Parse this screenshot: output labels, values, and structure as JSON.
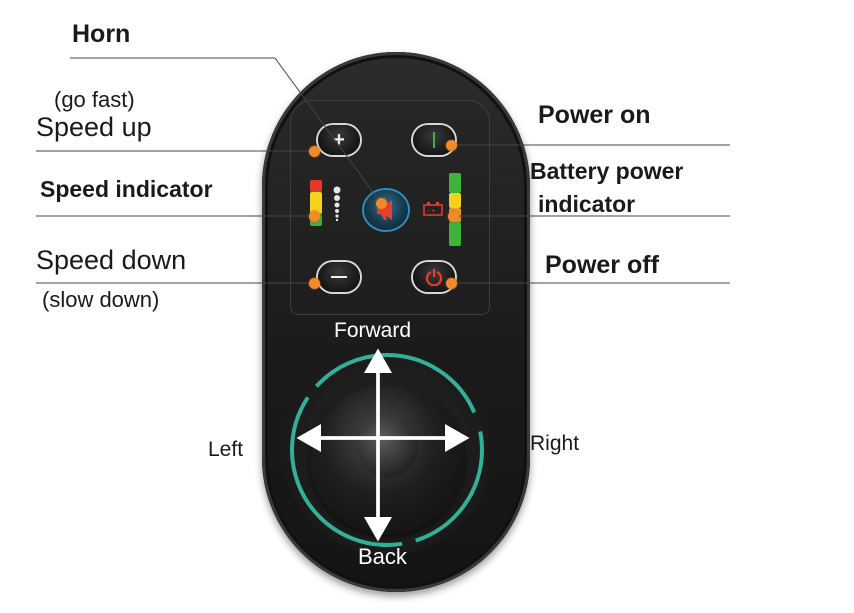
{
  "labels": {
    "horn": "Horn",
    "go_fast": "(go fast)",
    "speed_up": "Speed up",
    "speed_indicator": "Speed indicator",
    "speed_down": "Speed down",
    "slow_down": "(slow down)",
    "power_on": "Power on",
    "battery_line1": "Battery power",
    "battery_line2": "indicator",
    "power_off": "Power off"
  },
  "joystick": {
    "forward": "Forward",
    "back": "Back",
    "left": "Left",
    "right": "Right"
  },
  "colors": {
    "callout_dot": "#f08a2c",
    "led_red": "#e23a2a",
    "led_yellow": "#f5d31c",
    "led_green": "#3fb23a",
    "ring_teal": "#35b8a0",
    "horn_blue": "#2b8fbf",
    "horn_red": "#e8402e"
  },
  "icons": {
    "speed_up_button": "plus-icon",
    "speed_down_button": "minus-icon",
    "power_on_button": "power-on-icon",
    "power_off_button": "power-off-icon",
    "horn_button": "horn-icon",
    "battery": "battery-icon",
    "speed_levels": "speed-level-icon"
  }
}
